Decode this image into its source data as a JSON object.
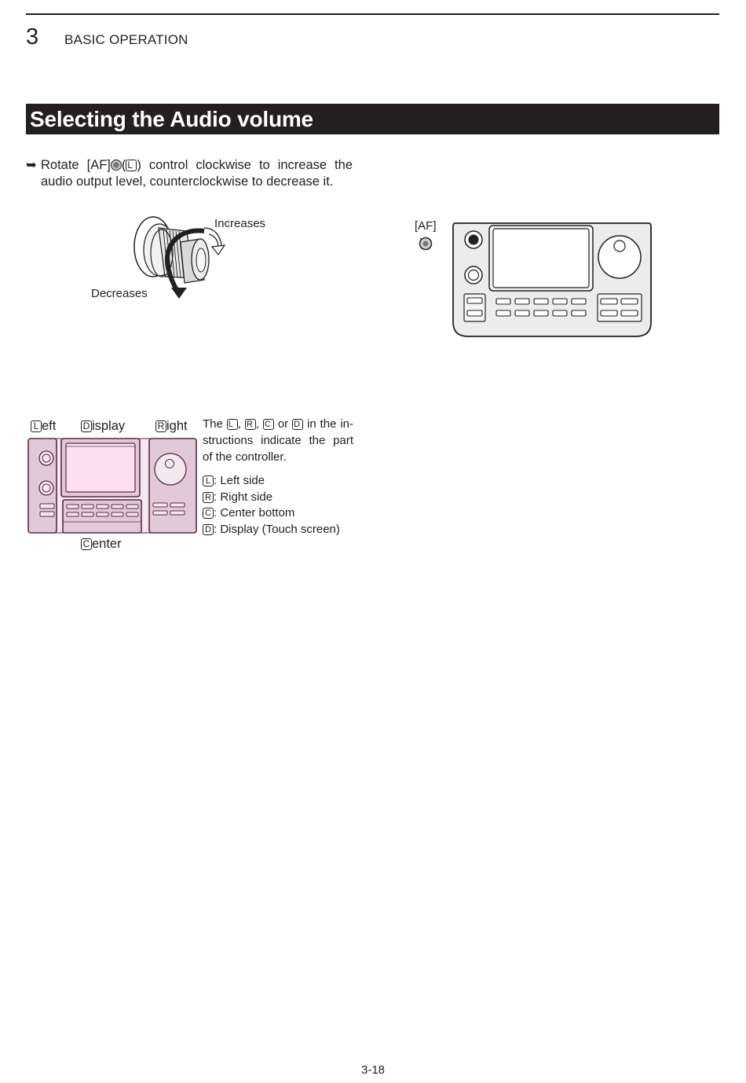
{
  "header": {
    "chapter_number": "3",
    "chapter_title": "BASIC OPERATION"
  },
  "section": {
    "title": "Selecting the Audio volume"
  },
  "instruction": {
    "bullet": "➥",
    "pre": "Rotate [AF]",
    "key_letter": "L",
    "post": ") control clockwise to increase the",
    "line2": "audio output level, counterclockwise to decrease it."
  },
  "knob_figure": {
    "increases_label": "Increases",
    "decreases_label": "Decreases"
  },
  "radio_figure": {
    "af_label": "[AF]"
  },
  "parts_figure": {
    "left_key": "L",
    "left_rest": "eft",
    "display_key": "D",
    "display_rest": "isplay",
    "right_key": "R",
    "right_rest": "ight",
    "center_key": "C",
    "center_rest": "enter"
  },
  "note": {
    "the": "The",
    "k1": "L",
    "k2": "R",
    "k3": "C",
    "k4": "D",
    "or": "or",
    "tail1": "in the in-",
    "line2": "structions indicate the part",
    "line3": "of the controller."
  },
  "legend": [
    {
      "key": "L",
      "text": ": Left side"
    },
    {
      "key": "R",
      "text": ": Right side"
    },
    {
      "key": "C",
      "text": ": Center bottom"
    },
    {
      "key": "D",
      "text": ": Display (Touch screen)"
    }
  ],
  "footer": {
    "page_number": "3-18"
  },
  "colors": {
    "ink": "#231f20",
    "section_bar": "#231f20",
    "panel_fill": "#e8e8e8",
    "parts_fill": "#e2c9d8",
    "parts_display": "#fde0ef",
    "parts_outline": "#5a2a44"
  }
}
